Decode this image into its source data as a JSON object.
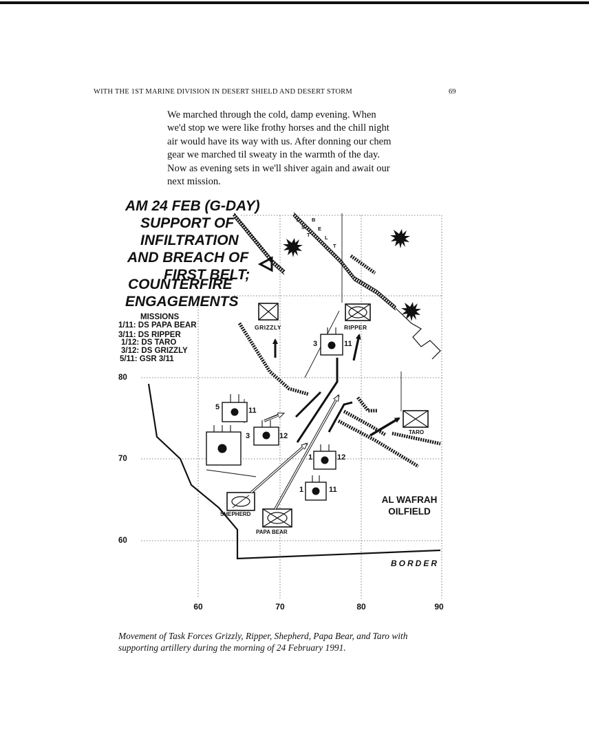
{
  "header": {
    "running_title": "WITH THE 1ST MARINE DIVISION IN DESERT SHIELD AND DESERT STORM",
    "page_number": "69"
  },
  "body_text": [
    "We marched through the cold, damp evening. When",
    "we'd stop we were like frothy horses and the chill night",
    "air would have its way with us. After donning our chem",
    "gear we marched til sweaty in the warmth of the day.",
    "Now as evening sets in we'll shiver again and await our",
    "next mission."
  ],
  "map": {
    "title_lines": [
      "AM 24 FEB (G-DAY)",
      "SUPPORT OF",
      "INFILTRATION",
      "AND BREACH OF",
      "FIRST BELT;",
      "COUNTERFIRE",
      "ENGAGEMENTS"
    ],
    "missions_heading": "MISSIONS",
    "missions": [
      "1/11: DS PAPA BEAR",
      "3/11: DS RIPPER",
      "1/12: DS TARO",
      "3/12: DS GRIZZLY",
      "5/11: GSR 3/11"
    ],
    "y_ticks": [
      "80",
      "70",
      "60"
    ],
    "x_ticks": [
      "60",
      "70",
      "80",
      "90"
    ],
    "belt_letters": [
      "1",
      "S",
      "T",
      "B",
      "E",
      "L",
      "T"
    ],
    "unit_labels": {
      "grizzly": "GRIZZLY",
      "ripper": "RIPPER",
      "taro": "TARO",
      "shepherd": "SHEPHERD",
      "papa_bear": "PAPA BEAR"
    },
    "artillery": {
      "u_3_11_left": "3",
      "u_3_11_right": "11",
      "u_5_11_left": "5",
      "u_5_11_right": "11",
      "u_3_12_left": "3",
      "u_3_12_right": "12",
      "u_1_12_left": "1",
      "u_1_12_right": "12",
      "u_1_11_left": "1",
      "u_1_11_right": "11"
    },
    "place_lines": [
      "AL WAFRAH",
      "OILFIELD"
    ],
    "border_label": "BORDER"
  },
  "caption_lines": [
    "Movement of Task Forces Grizzly, Ripper, Shepherd, Papa Bear, and Taro with",
    "supporting artillery during the morning of 24 February 1991."
  ]
}
